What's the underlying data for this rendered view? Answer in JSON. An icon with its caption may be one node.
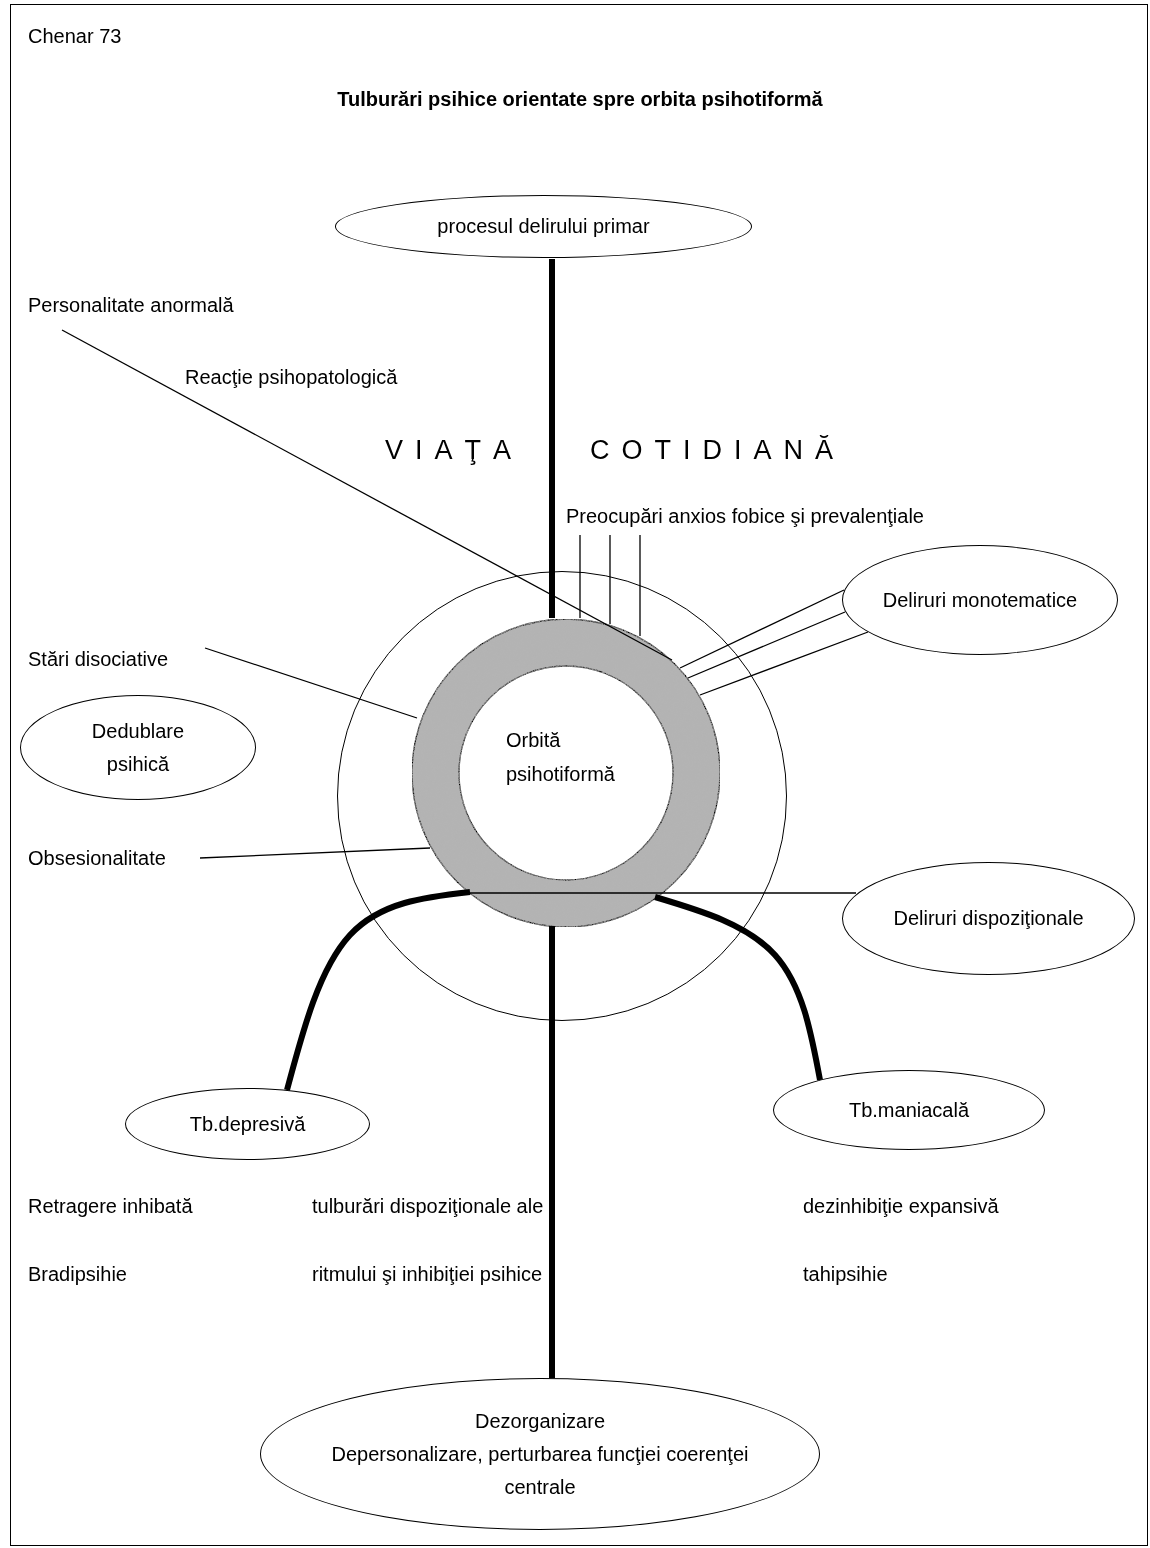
{
  "diagram": {
    "title": "Tulburări psihice orientate spre orbita psihotiformă",
    "nodes": [
      {
        "text": [
          "procesul delirului primar"
        ]
      },
      {
        "text": [
          "Personalitate anormală"
        ]
      },
      {
        "text": [
          "Preocupări anxios fobice şi prevalenţiale"
        ]
      },
      {
        "text": [
          "Deliruri monotematice"
        ]
      },
      {
        "text": [
          "Stări disociative"
        ]
      },
      {
        "text": [
          "Dedublare psihică"
        ]
      },
      {
        "text": [],
        "shape": "circle"
      },
      {
        "text": [
          "Orbită psihotiformă"
        ],
        "in": 6
      },
      {
        "text": [
          "Obsesionalitate"
        ]
      },
      {
        "text": [
          "Deliruri dispoziţionale"
        ]
      },
      {
        "text": [
          "Tb.depresivă"
        ]
      },
      {
        "text": [
          "Tb.maniacală"
        ]
      },
      {
        "text": [
          "Dezorganizare",
          "Depersonalizare, perturbarea funcţiei coerenţei centrale"
        ]
      }
    ],
    "edges": [
      {
        "from": 0,
        "to": 7,
        "arrow": "none",
        "style": "thick"
      },
      {
        "from": 1,
        "to": 7,
        "arrow": "none"
      },
      {
        "from": 2,
        "to": 7,
        "arrow": "none"
      },
      {
        "from": 2,
        "to": 7,
        "arrow": "none"
      },
      {
        "from": 2,
        "to": 7,
        "arrow": "none"
      },
      {
        "from": 3,
        "to": 7,
        "arrow": "none"
      },
      {
        "from": 3,
        "to": 7,
        "arrow": "none"
      },
      {
        "from": 3,
        "to": 7,
        "arrow": "none"
      },
      {
        "from": 4,
        "to": 7,
        "arrow": "none"
      },
      {
        "from": 8,
        "to": 7,
        "arrow": "none"
      },
      {
        "from": 9,
        "to": 7,
        "arrow": "none"
      },
      {
        "from": 7,
        "to": 10,
        "arrow": "none",
        "style": "thick"
      },
      {
        "from": 7,
        "to": 11,
        "arrow": "none",
        "style": "thick"
      },
      {
        "from": 7,
        "to": 12,
        "arrow": "none",
        "style": "thick"
      }
    ],
    "labels": [
      "Chenar 73",
      "Reacţie psihopatologică",
      "VIAŢA",
      "COTIDIANĂ",
      "Retragere inhibată",
      "tulburări dispoziţionale ale",
      "dezinhibiţie expansivă",
      "Bradipsihie",
      "ritmului şi inhibiţiei psihice",
      "tahipsihie"
    ]
  }
}
